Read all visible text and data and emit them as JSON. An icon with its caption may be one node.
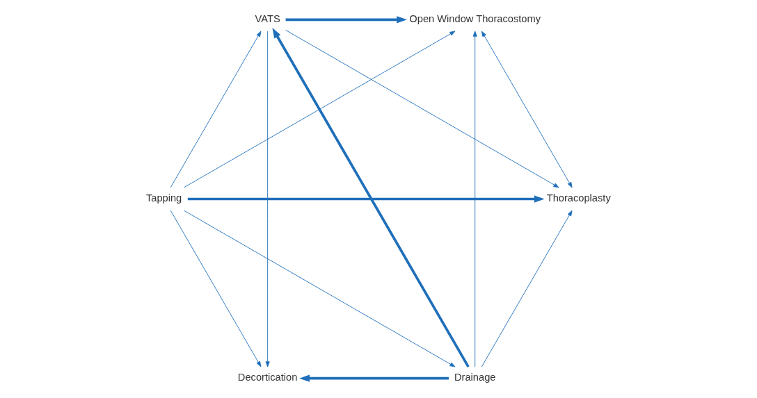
{
  "diagram": {
    "nodes": [
      {
        "text": [
          "Drainage"
        ]
      },
      {
        "text": [
          "VATS"
        ]
      },
      {
        "text": [
          "Tapping"
        ]
      },
      {
        "text": [
          "Thoracoplasty"
        ]
      },
      {
        "text": [
          "Decortication"
        ]
      },
      {
        "text": [
          "Open Window Thoracostomy"
        ]
      }
    ],
    "edges": [
      {
        "from": 2,
        "to": 0,
        "arrow": "to"
      },
      {
        "from": 2,
        "to": 1,
        "arrow": "to"
      },
      {
        "from": 2,
        "to": 3,
        "arrow": "to",
        "style": "thick"
      },
      {
        "from": 2,
        "to": 4,
        "arrow": "to"
      },
      {
        "from": 2,
        "to": 5,
        "arrow": "to"
      },
      {
        "from": 0,
        "to": 1,
        "arrow": "to",
        "style": "thick"
      },
      {
        "from": 0,
        "to": 3,
        "arrow": "to"
      },
      {
        "from": 0,
        "to": 4,
        "arrow": "to",
        "style": "thick"
      },
      {
        "from": 0,
        "to": 5,
        "arrow": "to"
      },
      {
        "from": 1,
        "to": 3,
        "arrow": "to"
      },
      {
        "from": 1,
        "to": 4,
        "arrow": "to"
      },
      {
        "from": 1,
        "to": 5,
        "arrow": "to",
        "style": "thick"
      },
      {
        "from": 3,
        "to": 5,
        "arrow": "both"
      }
    ]
  }
}
